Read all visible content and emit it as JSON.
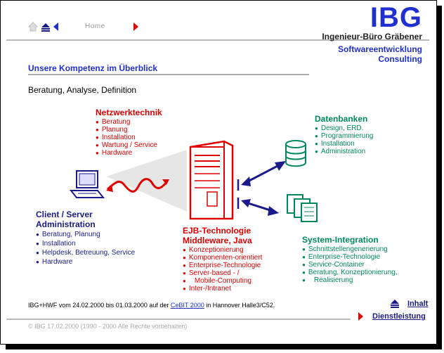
{
  "nav": {
    "home_label": "Home"
  },
  "brand": {
    "logo": "IBG",
    "company": "Ingenieur-Büro Gräbener",
    "tagline1": "Softwareentwicklung",
    "tagline2": "Consulting"
  },
  "page": {
    "heading": "Unsere Kompetenz im Überblick",
    "subheading": "Beratung, Analyse, Definition"
  },
  "netzwerk": {
    "title": "Netzwerktechnik",
    "items": [
      "Beratung",
      "Planung",
      "Installation",
      "Wartung / Service",
      "Hardware"
    ]
  },
  "datenbanken": {
    "title": "Datenbanken",
    "items": [
      "Design, ERD.",
      "Programmierung",
      "Installation",
      "Administration"
    ]
  },
  "client": {
    "title1": "Client / Server",
    "title2": "Administration",
    "items": [
      "Beratung, Planung",
      "Installation",
      "Helpdesk, Betreuung, Service",
      "Hardware"
    ]
  },
  "ejb": {
    "title1": "EJB-Technologie",
    "title2": "Middleware, Java",
    "items": [
      "Konzeptionierung",
      "Komponenten-orientiert",
      "Enterprise-Technologie",
      "Server-based - /",
      "Mobile-Computing",
      "Inter-/Intranet"
    ]
  },
  "system": {
    "title": "System-Integration",
    "items": [
      "Schnittstellengenerierung",
      "Enterprise-Technologie",
      "Service-Container",
      "Beratung, Konzeptionierung,",
      "Realisierung"
    ]
  },
  "footer": {
    "event_prefix": "IBG+HWF vom 24.02.2000 bis 01.03.2000 auf der ",
    "event_link": "CeBIT 2000",
    "event_suffix": " in Hannover Halle3/C52.",
    "copyright": "© IBG 17.02.2000 (1990 - 2000 Alle Rechte vorbehalten)",
    "link_inhalt": "Inhalt",
    "link_dienst": "Dienstleistung"
  },
  "colors": {
    "brand_blue": "#1f2fd0",
    "red": "#e00000",
    "green": "#008a5a",
    "navy": "#1a1a8a"
  }
}
